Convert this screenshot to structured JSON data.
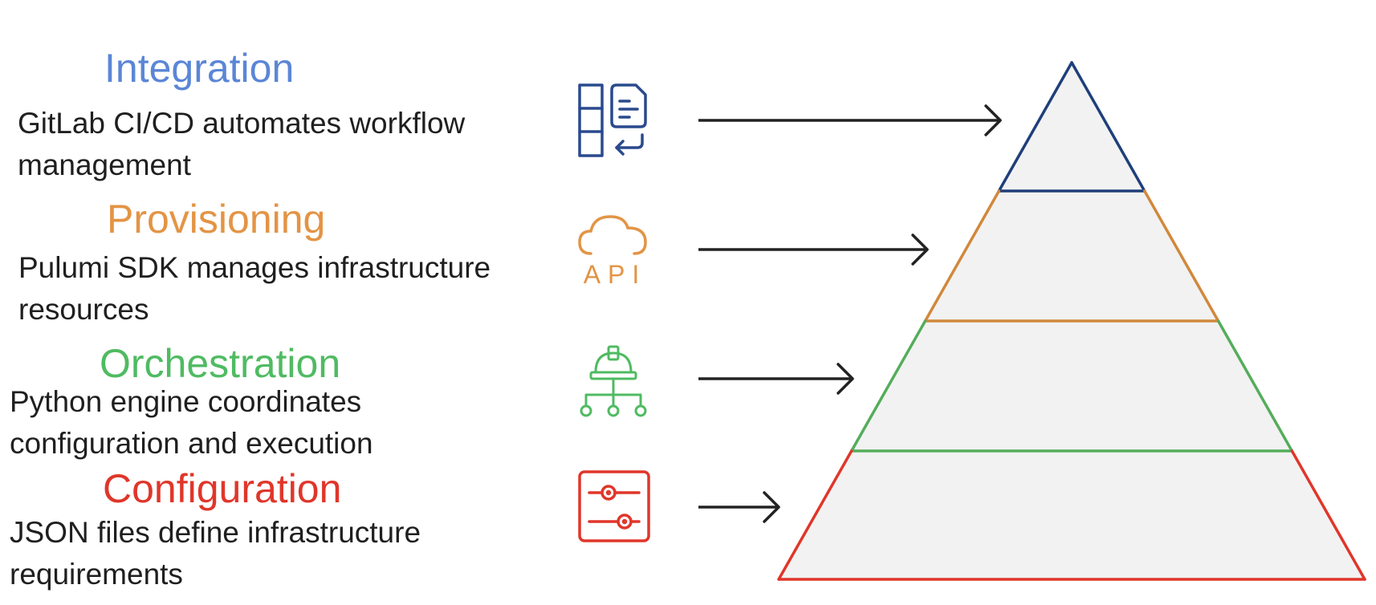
{
  "colors": {
    "integration": "#5b86d6",
    "provisioning": "#e39445",
    "orchestration": "#4fbb62",
    "configuration": "#e0362a",
    "integration_icon": "#2a4a8e",
    "integration_edge": "#1f3f7a",
    "provisioning_edge": "#d1883c",
    "orchestration_edge": "#54ad5a",
    "configuration_edge": "#e0362a",
    "pyramid_fill": "#f2f2f2",
    "arrow": "#222222",
    "text": "#1f1f1f"
  },
  "layers": [
    {
      "title": "Integration",
      "desc_lines": [
        "GitLab CI/CD automates workflow",
        "management"
      ],
      "icon": "pipeline-document-icon"
    },
    {
      "title": "Provisioning",
      "desc_lines": [
        "Pulumi SDK manages infrastructure",
        "resources"
      ],
      "icon": "cloud-api-icon",
      "icon_text": "API"
    },
    {
      "title": "Orchestration",
      "desc_lines": [
        "Python engine coordinates",
        "configuration and execution"
      ],
      "icon": "hardhat-network-icon"
    },
    {
      "title": "Configuration",
      "desc_lines": [
        "JSON files define infrastructure",
        "requirements"
      ],
      "icon": "sliders-settings-icon"
    }
  ]
}
